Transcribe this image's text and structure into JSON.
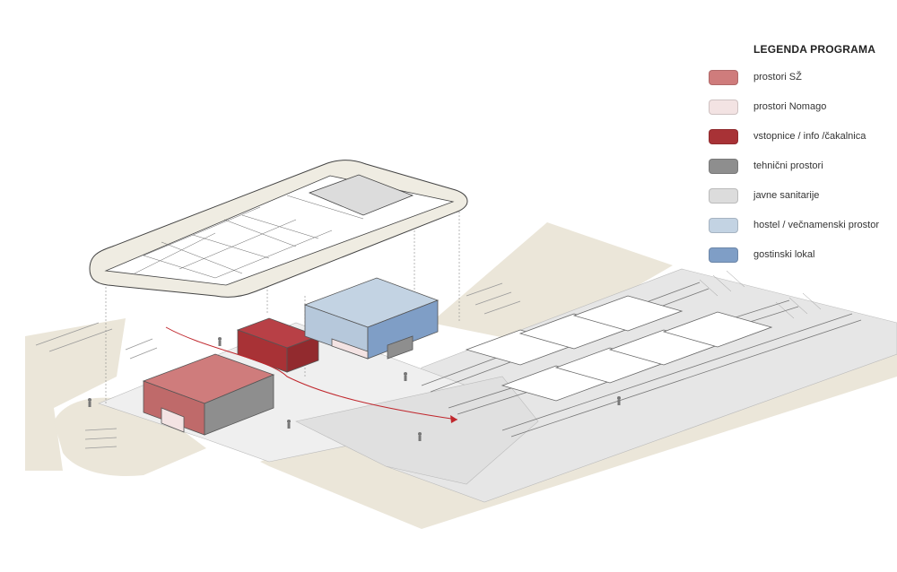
{
  "legend": {
    "title": "LEGENDA PROGRAMA",
    "items": [
      {
        "label": "prostori SŽ",
        "color": "#cf7c7c"
      },
      {
        "label": "prostori Nomago",
        "color": "#f3e3e3"
      },
      {
        "label": "vstopnice / info /čakalnica",
        "color": "#a83236"
      },
      {
        "label": "tehnični prostori",
        "color": "#8e8e8e"
      },
      {
        "label": "javne sanitarije",
        "color": "#dcdcdc"
      },
      {
        "label": "hostel / večnamenski prostor",
        "color": "#c3d3e3"
      },
      {
        "label": "gostinski lokal",
        "color": "#7f9ec6"
      }
    ]
  },
  "colors": {
    "ground": "#ebe6d9",
    "pavement": "#e4e4e4",
    "roof": "#ffffff",
    "roof_rim": "#efece2",
    "route_arrow": "#c0272d",
    "line": "#555555"
  }
}
